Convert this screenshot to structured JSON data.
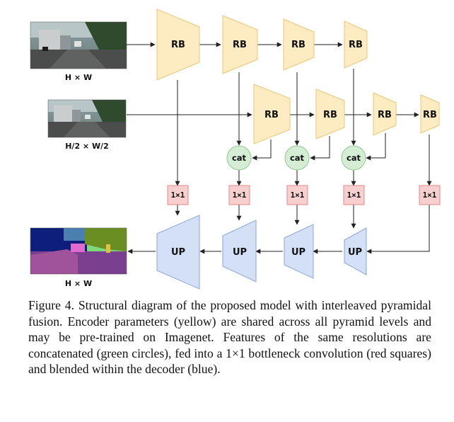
{
  "labels": {
    "input_full": "H × W",
    "input_half": "H/2 × W/2",
    "output": "H × W"
  },
  "blocks": {
    "encoder": "RB",
    "concat": "cat",
    "bottleneck": "1×1",
    "decoder": "UP"
  },
  "colors": {
    "encoder_fill": "#fdebc2",
    "encoder_stroke": "#e8c77b",
    "concat_fill": "#d5ecd5",
    "concat_stroke": "#8fc98f",
    "bottleneck_fill": "#f8cfcf",
    "bottleneck_stroke": "#e08a8a",
    "decoder_fill": "#d4e0f6",
    "decoder_stroke": "#8ea6d8",
    "arrow": "#222222"
  },
  "caption": "Figure 4. Structural diagram of the proposed model with interleaved pyramidal fusion. Encoder parameters (yellow) are shared across all pyramid levels and may be pre-trained on Imagenet. Features of the same resolutions are concatenated (green circles), fed into a 1×1 bottleneck convolution (red squares) and blended within the decoder (blue)."
}
